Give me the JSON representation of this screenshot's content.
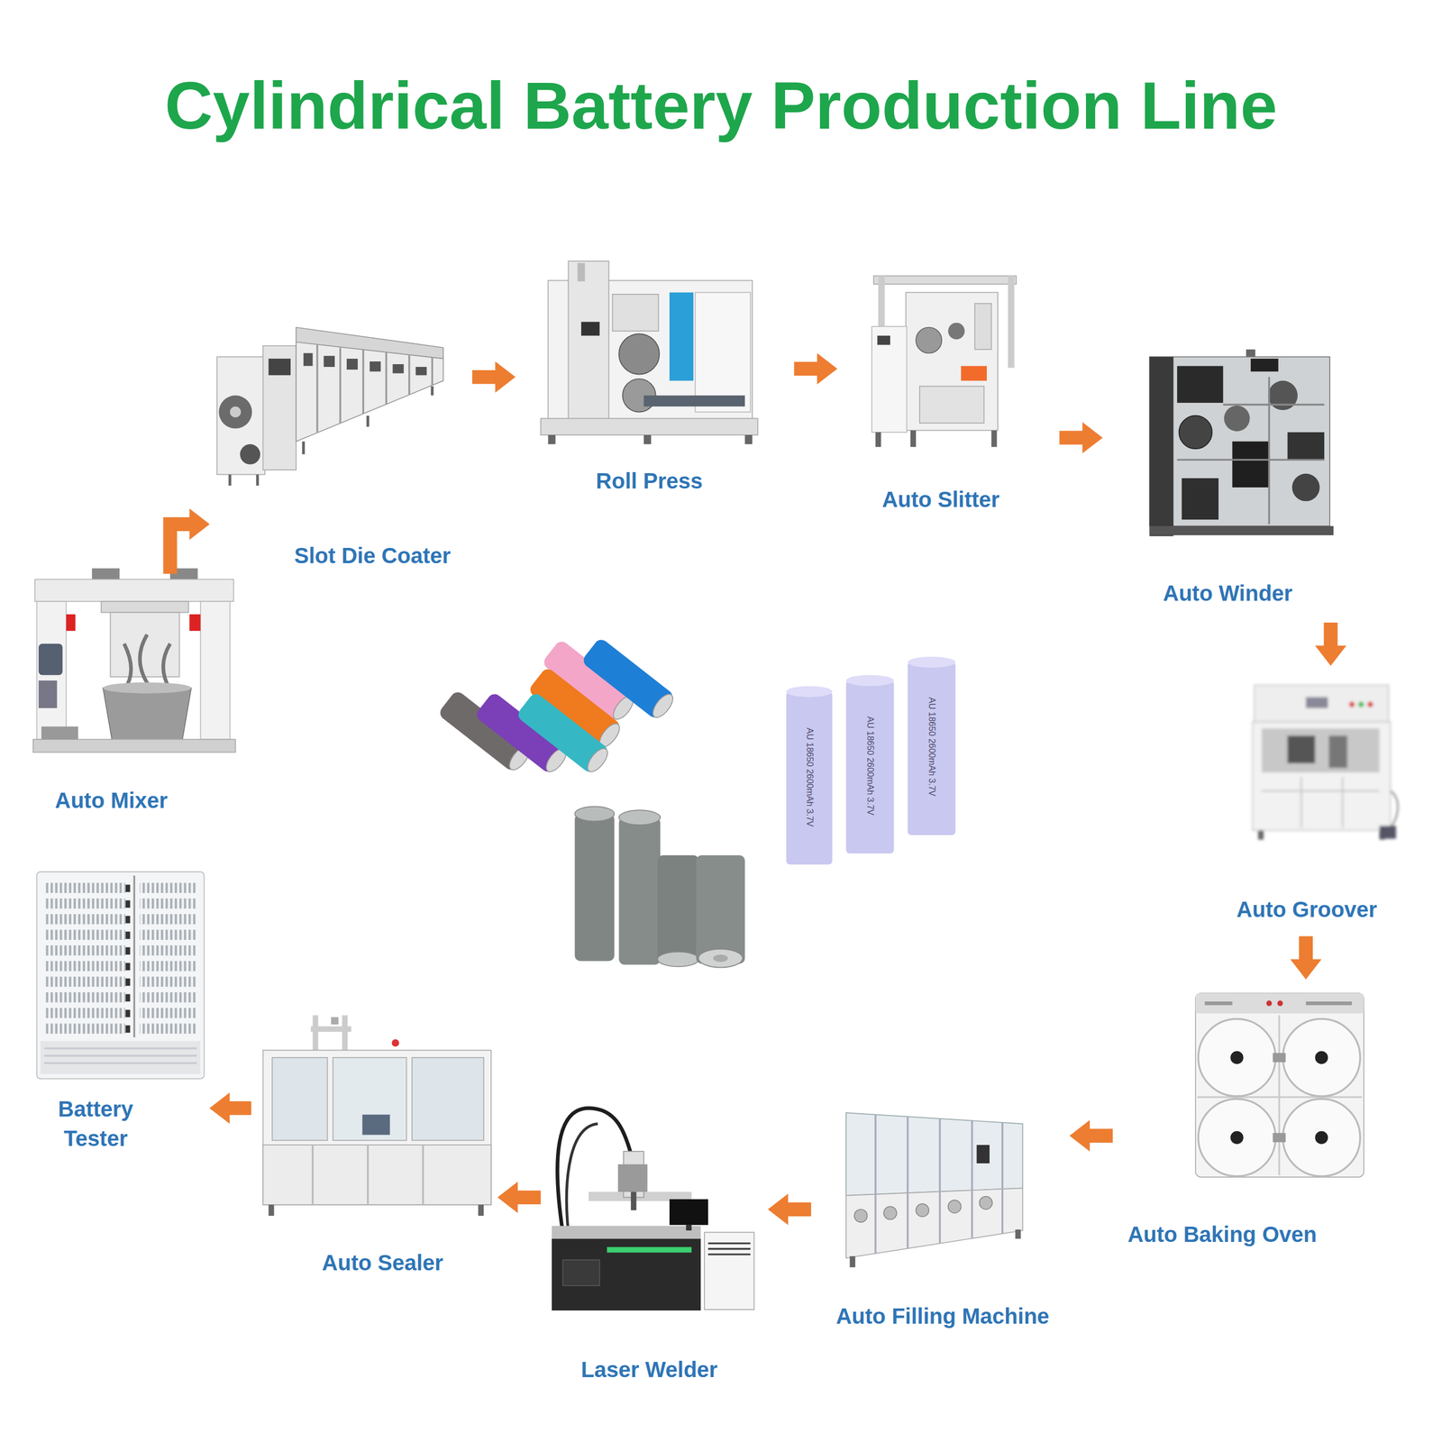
{
  "diagram": {
    "title": "Cylindrical Battery Production Line",
    "nodes": [
      {
        "text": [
          "Auto Mixer"
        ]
      },
      {
        "text": [
          "Slot Die Coater"
        ]
      },
      {
        "text": [
          "Roll Press"
        ]
      },
      {
        "text": [
          "Auto Slitter"
        ]
      },
      {
        "text": [
          "Auto Winder"
        ]
      },
      {
        "text": [
          "Auto Groover"
        ]
      },
      {
        "text": [
          "Auto Baking Oven"
        ]
      },
      {
        "text": [
          "Auto Filling Machine"
        ]
      },
      {
        "text": [
          "Laser Welder"
        ]
      },
      {
        "text": [
          "Auto Sealer"
        ]
      },
      {
        "text": [
          "Battery Tester"
        ]
      }
    ],
    "edges": [
      {
        "from": 0,
        "to": 1,
        "arrow": "to"
      },
      {
        "from": 1,
        "to": 2,
        "arrow": "to"
      },
      {
        "from": 2,
        "to": 3,
        "arrow": "to"
      },
      {
        "from": 3,
        "to": 4,
        "arrow": "to"
      },
      {
        "from": 4,
        "to": 5,
        "arrow": "to"
      },
      {
        "from": 5,
        "to": 6,
        "arrow": "to"
      },
      {
        "from": 6,
        "to": 7,
        "arrow": "to"
      },
      {
        "from": 7,
        "to": 8,
        "arrow": "to"
      },
      {
        "from": 8,
        "to": 9,
        "arrow": "to"
      },
      {
        "from": 9,
        "to": 10,
        "arrow": "to"
      }
    ],
    "labels": [
      "AU 18650 2600mAh 3.7V",
      "AU 18650 2600mAh 3.7V",
      "AU 18650 2600mAh 3.7V"
    ]
  }
}
